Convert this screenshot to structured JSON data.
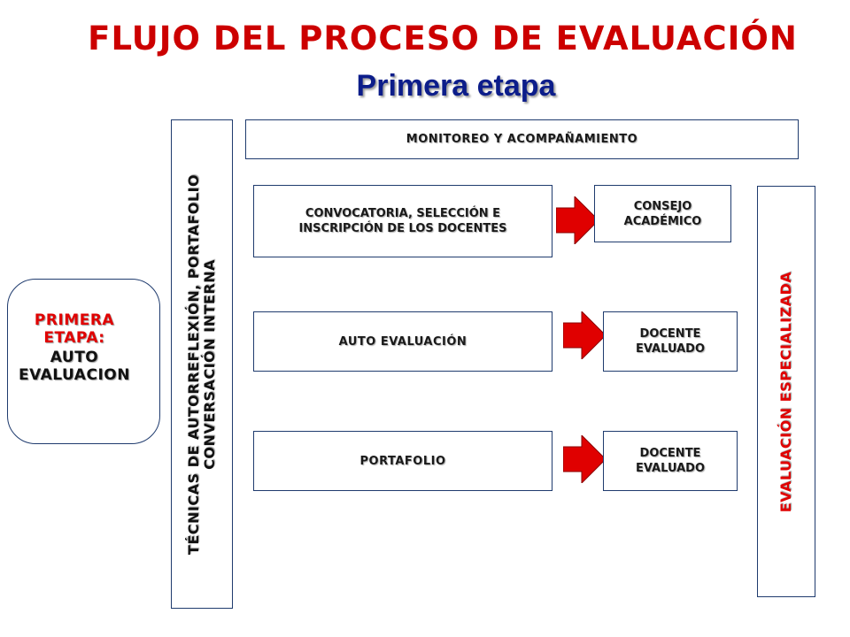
{
  "title": "FLUJO DEL PROCESO DE EVALUACIÓN",
  "subtitle": "Primera etapa",
  "left_box": {
    "line1": "PRIMERA ETAPA:",
    "line2": "AUTO EVALUACION"
  },
  "techniques_column": {
    "line1": "TÉCNICAS DE AUTORREFLEXIÓN, PORTAFOLIO",
    "line2": "CONVERSACIÓN INTERNA"
  },
  "monitoring_box": "MONITOREO Y ACOMPAÑAMIENTO",
  "rows": [
    {
      "process": "CONVOCATORIA, SELECCIÓN E INSCRIPCIÓN DE LOS DOCENTES",
      "result": "CONSEJO ACADÉMICO"
    },
    {
      "process": "AUTO EVALUACIÓN",
      "result": "DOCENTE EVALUADO"
    },
    {
      "process": "PORTAFOLIO",
      "result": "DOCENTE EVALUADO"
    }
  ],
  "specialized_column": "EVALUACIÓN ESPECIALIZADA",
  "colors": {
    "title_red": "#cc0000",
    "subtitle_blue": "#0c1d8a",
    "arrow_red": "#e00000",
    "border": "#1f3b6e"
  },
  "icons": {
    "arrow": "right-block-arrow-icon"
  }
}
